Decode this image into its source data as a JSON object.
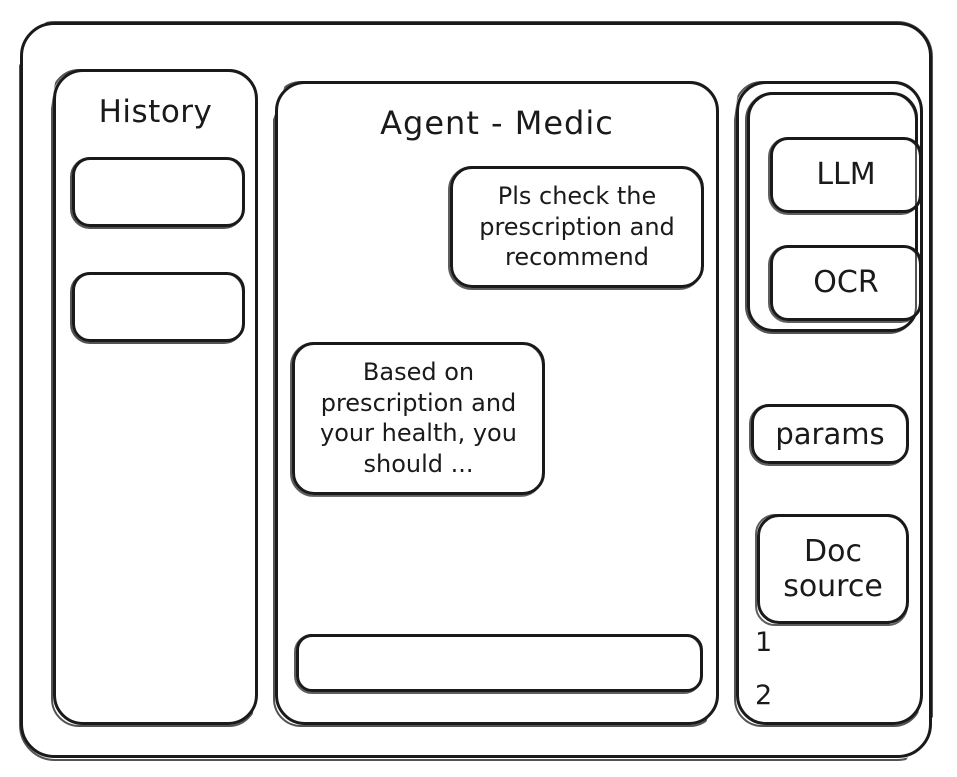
{
  "window": {
    "name": "agent-medic-wireframe"
  },
  "sidebar_history": {
    "title": "History",
    "items": [
      {
        "label": ""
      },
      {
        "label": ""
      }
    ]
  },
  "agent": {
    "title": "Agent - Medic",
    "messages": [
      {
        "role": "user",
        "text": "Pls check the prescription and recommend"
      },
      {
        "role": "assistant",
        "text": "Based on prescription and your health, you should ..."
      }
    ],
    "input": {
      "value": "",
      "placeholder": ""
    }
  },
  "tools": {
    "model_group": [
      {
        "label": "LLM"
      },
      {
        "label": "OCR"
      }
    ],
    "params_label": "params",
    "doc_source_label": "Doc source",
    "doc_source_items": [
      "1",
      "2"
    ]
  },
  "style": {
    "ink": "#1a1a1a",
    "paper": "#ffffff"
  }
}
